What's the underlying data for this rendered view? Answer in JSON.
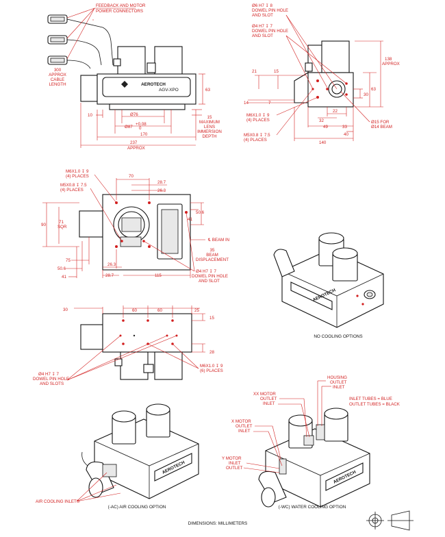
{
  "labels": {
    "feedback": [
      "FEEDBACK AND MOTOR",
      "POWER CONNECTORS"
    ],
    "cable": [
      "300",
      "APPROX",
      "CABLE",
      "LENGTH"
    ],
    "brand": "AEROTECH",
    "model": "AGV-XPO",
    "lens": [
      "15",
      "MAXIMUM",
      "LENS",
      "IMMERSION",
      "DEPTH"
    ],
    "dowel_top": [
      "Ø6 H7 ↧ 8",
      "DOWEL PIN HOLE",
      "AND SLOT"
    ],
    "dowel_top2": [
      "Ø4 H7 ↧ 7",
      "DOWEL PIN HOLE",
      "AND SLOT"
    ],
    "approx138": [
      "138",
      "APPROX"
    ],
    "m6_side": [
      "M6X1.0 ↧ 9",
      "(4) PLACES"
    ],
    "m5_side": [
      "M5X0.8 ↧ 7.5",
      "(4) PLACES"
    ],
    "beam15": [
      "Ø15 FOR",
      "Ø14 BEAM"
    ],
    "m6_plan": [
      "M6X1.0 ↧ 9",
      "(4) PLACES"
    ],
    "m5_plan": [
      "M5X0.8 ↧ 7.5",
      "(4) PLACES"
    ],
    "sqr": [
      "71",
      "SQR"
    ],
    "beam_in": "℄ BEAM IN",
    "beam_disp": [
      "35",
      "BEAM",
      "DISPLACEMENT"
    ],
    "dowel_plan": [
      "Ø4 H7 ↧ 7",
      "DOWEL PIN HOLE",
      "AND SLOT"
    ],
    "dowel_bottom": [
      "Ø4 H7 ↧ 7",
      "DOWEL PIN HOLE",
      "AND SLOTS"
    ],
    "m6_bottom": [
      "M6X1.0 ↧ 9",
      "(6) PLACES"
    ],
    "housing": [
      "HOUSING",
      "OUTLET",
      "INLET"
    ],
    "xx_motor": [
      "XX MOTOR",
      "OUTLET",
      "INLET"
    ],
    "tubes": [
      "INLET TUBES = BLUE",
      "OUTLET TUBES = BLACK"
    ],
    "x_motor": [
      "X MOTOR",
      "OUTLET",
      "INLET"
    ],
    "y_motor": [
      "Y MOTOR",
      "INLET",
      "OUTLET"
    ],
    "air_inlets": "AIR COOLING INLETS",
    "cap_no_cooling": "NO COOLING OPTIONS",
    "cap_ac": "(-AC) AIR COOLING OPTION",
    "cap_wc": "(-WC) WATER COOLING OPTION",
    "dimensions": "DIMENSIONS:  MILLIMETERS"
  },
  "dims": {
    "d63": "63",
    "d10": "10",
    "d76": "Ø76",
    "d87": "Ø87",
    "tol": "+0.08",
    "tol0": "0",
    "d170": "170",
    "d237": "237",
    "approx": "APPROX",
    "d21": "21",
    "d15": "15",
    "d14": "14",
    "d7": "7",
    "d63b": "63",
    "d30": "30",
    "d22": "22",
    "d32": "32",
    "d49": "49",
    "d33": "33",
    "d40": "40",
    "d140": "140",
    "d70": "70",
    "d287": "28.7",
    "d263": "26.3",
    "d506": "50.6",
    "d41": "41",
    "d90": "90",
    "d75": "75",
    "d506b": "50.6",
    "d41b": "41",
    "d263b": "26.3",
    "d287b": "28.7",
    "d115": "115",
    "d30b": "30",
    "d60a": "60",
    "d60b": "60",
    "d25": "25",
    "d15b": "15",
    "d28": "28"
  }
}
